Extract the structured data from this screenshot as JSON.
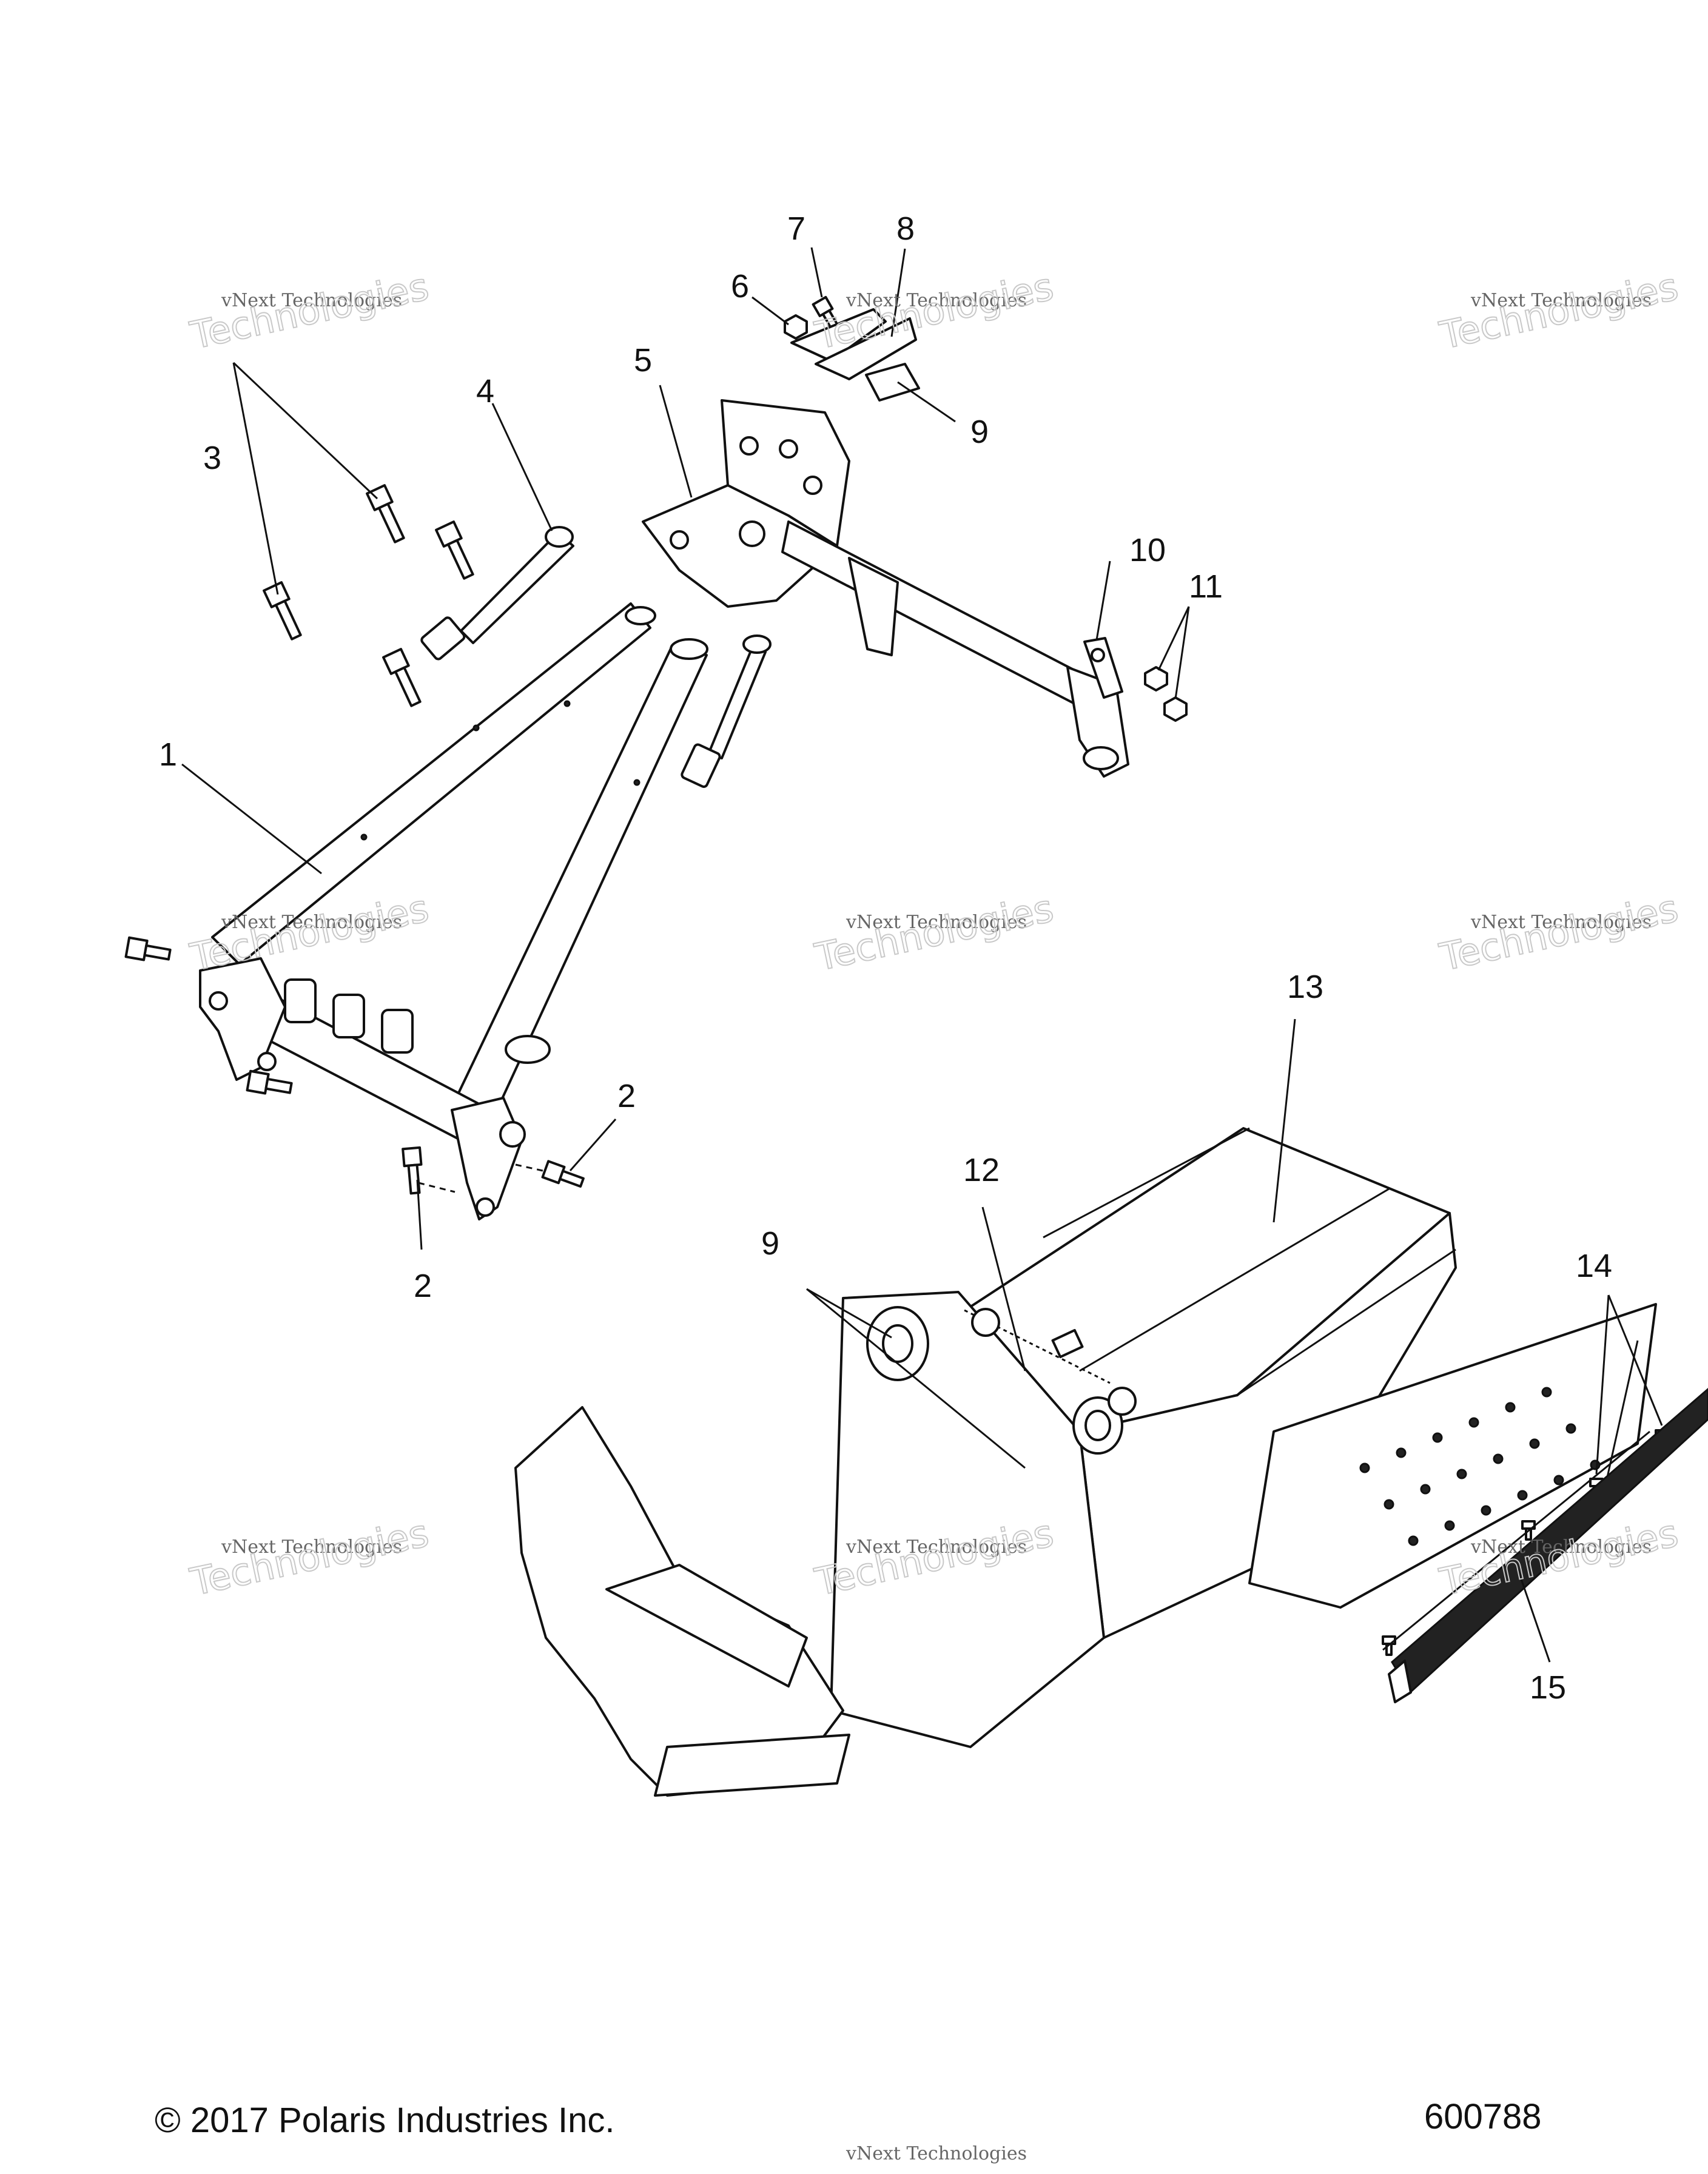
{
  "diagram": {
    "callouts": [
      {
        "id": "c1",
        "label": "1"
      },
      {
        "id": "c2a",
        "label": "2"
      },
      {
        "id": "c2b",
        "label": "2"
      },
      {
        "id": "c3",
        "label": "3"
      },
      {
        "id": "c4",
        "label": "4"
      },
      {
        "id": "c5",
        "label": "5"
      },
      {
        "id": "c6",
        "label": "6"
      },
      {
        "id": "c7",
        "label": "7"
      },
      {
        "id": "c8",
        "label": "8"
      },
      {
        "id": "c9a",
        "label": "9"
      },
      {
        "id": "c9b",
        "label": "9"
      },
      {
        "id": "c10",
        "label": "10"
      },
      {
        "id": "c11",
        "label": "11"
      },
      {
        "id": "c12",
        "label": "12"
      },
      {
        "id": "c13",
        "label": "13"
      },
      {
        "id": "c14",
        "label": "14"
      },
      {
        "id": "c15",
        "label": "15"
      }
    ],
    "watermark": {
      "line1": "vNext Technologies",
      "line2": "Technologies"
    },
    "footer": {
      "copyright": "© 2017 Polaris Industries Inc.",
      "figure_number": "600788"
    }
  }
}
